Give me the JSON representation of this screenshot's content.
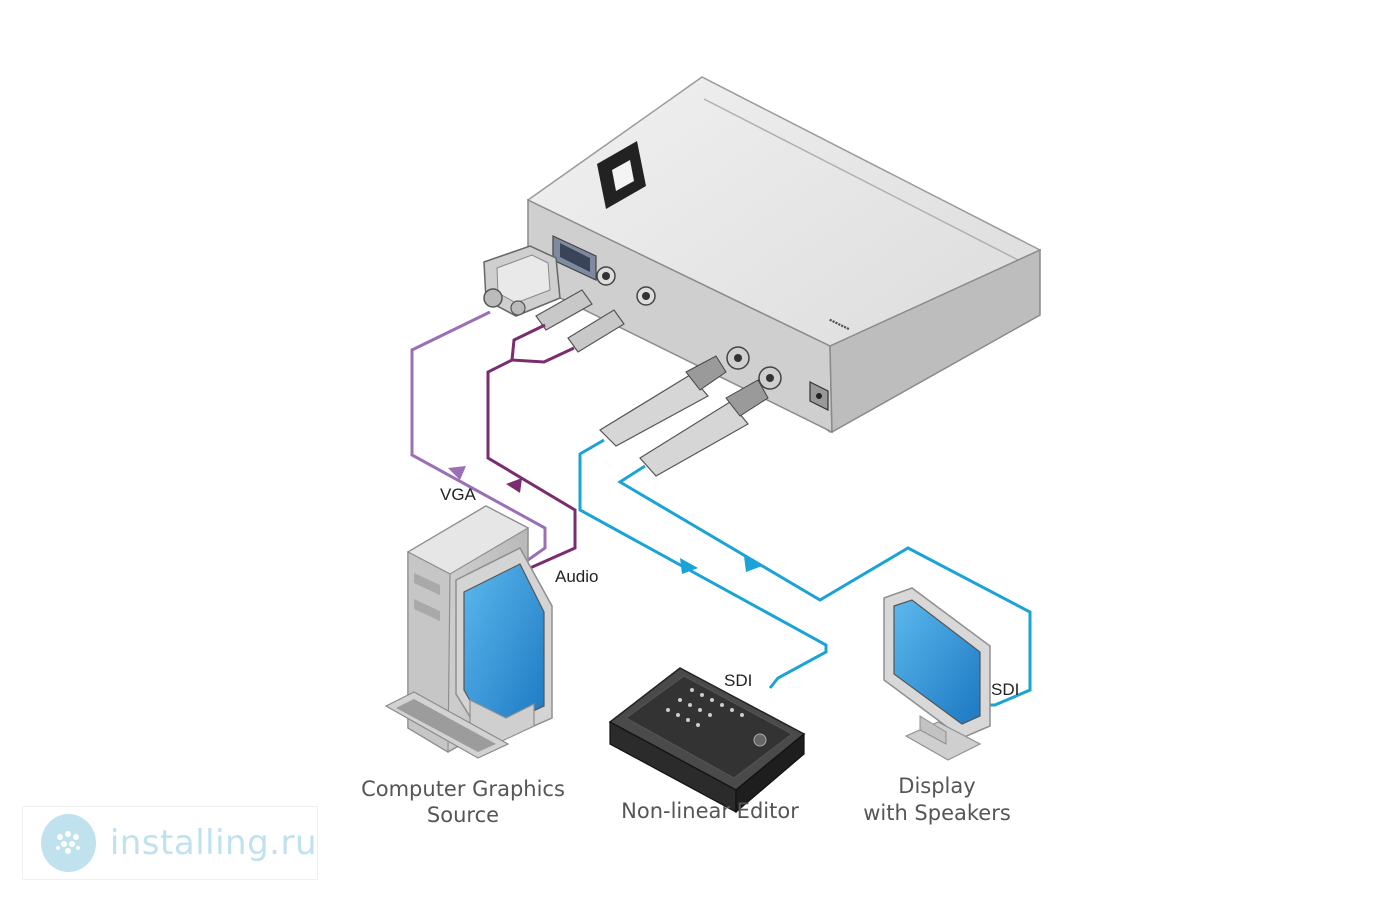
{
  "labels": {
    "vga": "VGA",
    "audio": "Audio",
    "sdi_editor": "SDI",
    "sdi_display": "SDI"
  },
  "captions": {
    "computer_line1": "Computer Graphics",
    "computer_line2": "Source",
    "editor": "Non-linear Editor",
    "display_line1": "Display",
    "display_line2": "with Speakers"
  },
  "watermark": {
    "text": "installing.ru"
  },
  "colors": {
    "vga_cable": "#9b6fb5",
    "audio_cable": "#7a2d6e",
    "sdi_cable": "#1aa3d6",
    "device_body": "#e6e6e6",
    "screen": "#2f9ad8"
  }
}
